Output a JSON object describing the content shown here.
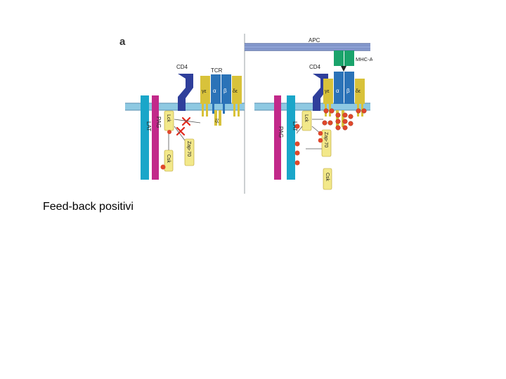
{
  "figure": {
    "panel_label": "a",
    "resting": {
      "cd4": "CD4",
      "tcr": "TCR",
      "chains": [
        "γε",
        "α",
        "β",
        "δε"
      ],
      "zeta": "ζζ",
      "lat": "LAT",
      "pag": "PAG",
      "lck": "Lck",
      "zap70": "Zap-70",
      "csk": "Csk"
    },
    "activated": {
      "apc": "APC",
      "mhc": "MHC-Ag",
      "cd4": "CD4",
      "chains": [
        "γε",
        "α",
        "β",
        "δε"
      ],
      "lat": "LAT",
      "pag": "PAG",
      "lck": "Lck",
      "zap70": "Zap-70",
      "csk": "Csk"
    },
    "colors": {
      "membrane": "#8ec9e2",
      "apc": "#8fa3d6",
      "cd4": "#2f3f9b",
      "tcr": "#2b73b8",
      "cd3": "#d8c23a",
      "lat": "#1aa6c9",
      "pag": "#c2298a",
      "kinase": "#f2e88a",
      "mhc": "#1aa36b",
      "phospho": "#e0482c",
      "inhibit": "#e02a1e"
    }
  },
  "caption": "Feed-back positivi"
}
